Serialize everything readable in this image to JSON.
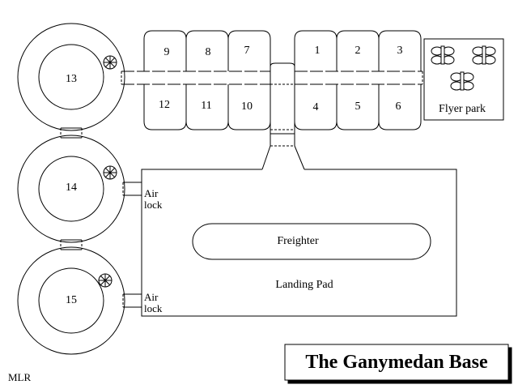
{
  "title": "The Ganymedan Base",
  "author": "MLR",
  "modules": {
    "m13": "13",
    "m14": "14",
    "m15": "15"
  },
  "rooms": {
    "r1": "1",
    "r2": "2",
    "r3": "3",
    "r4": "4",
    "r5": "5",
    "r6": "6",
    "r7": "7",
    "r8": "8",
    "r9": "9",
    "r10": "10",
    "r11": "11",
    "r12": "12"
  },
  "labels": {
    "flyer_park": "Flyer park",
    "freighter": "Freighter",
    "landing_pad": "Landing Pad",
    "airlock_upper_line1": "Air",
    "airlock_upper_line2": "lock",
    "airlock_lower_line1": "Air",
    "airlock_lower_line2": "lock"
  },
  "colors": {
    "ink": "#000000",
    "paper": "#ffffff"
  }
}
